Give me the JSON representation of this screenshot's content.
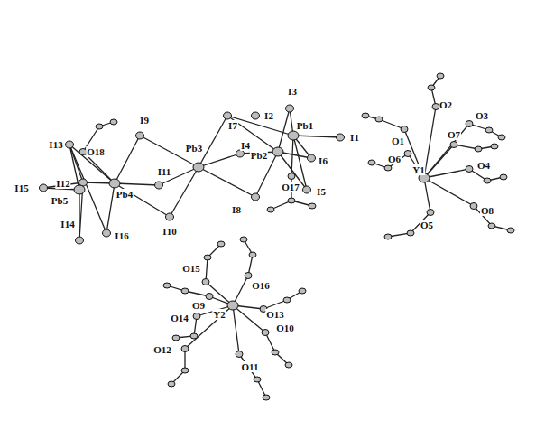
{
  "diagram": {
    "labels": [
      "I1",
      "I2",
      "I3",
      "Pb1",
      "I6",
      "I5",
      "Pb2",
      "I4",
      "I7",
      "O17",
      "I8",
      "Pb3",
      "I9",
      "I10",
      "I11",
      "Pb4",
      "Pb5",
      "I12",
      "I13",
      "O18",
      "I15",
      "I14",
      "I16",
      "Y1",
      "O1",
      "O2",
      "O3",
      "O7",
      "O6",
      "O4",
      "O8",
      "O5",
      "Y2",
      "O15",
      "O16",
      "O9",
      "O14",
      "O13",
      "O10",
      "O12",
      "O11"
    ]
  }
}
